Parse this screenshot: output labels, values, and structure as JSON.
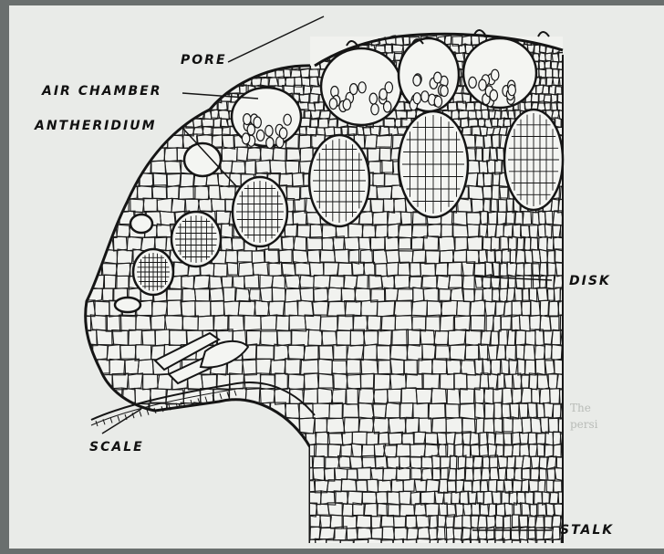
{
  "figure": {
    "labels": {
      "pore": "PORE",
      "air_chamber": "AIR CHAMBER",
      "antheridium": "ANTHERIDIUM",
      "disk": "DISK",
      "scale": "SCALE",
      "stalk": "STALK"
    },
    "bleed_through_text": [
      "The",
      "persi"
    ],
    "colors": {
      "paper": "#e9ebe8",
      "ink": "#151515",
      "background": "#6a6f6e"
    }
  }
}
